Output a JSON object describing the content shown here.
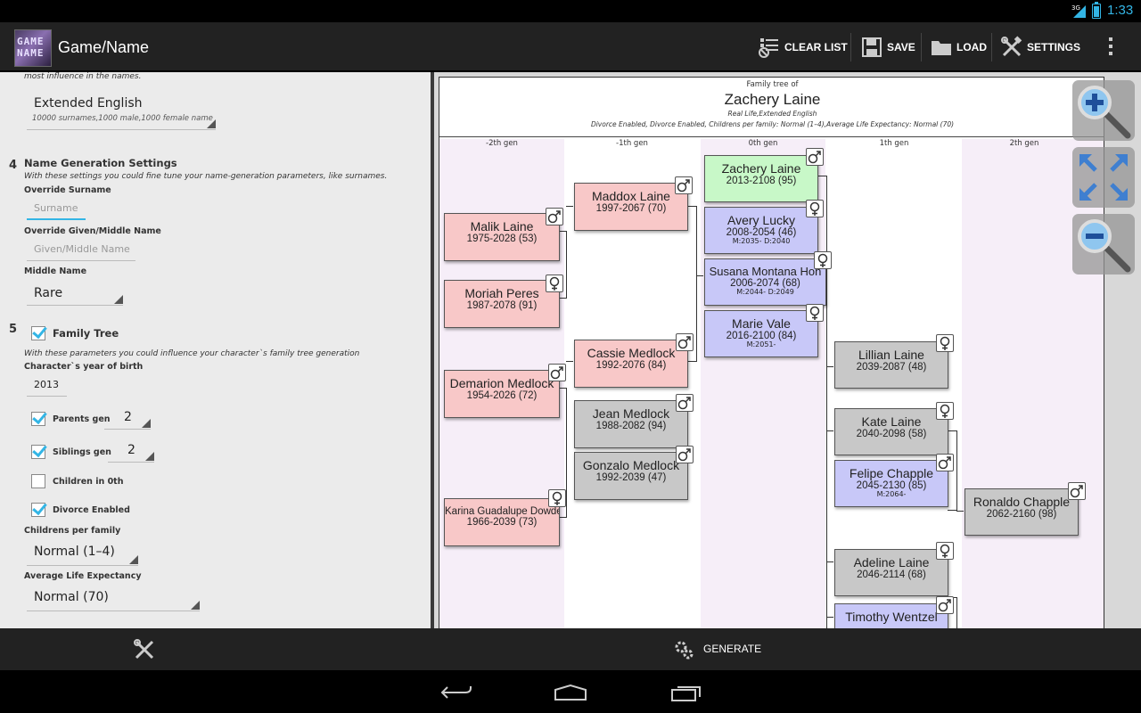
{
  "status_bar": {
    "network": "3G",
    "time": "1:33"
  },
  "action_bar": {
    "title": "Game/Name",
    "logo_text_1": "GAME",
    "logo_text_2": "NAME",
    "actions": [
      {
        "label": "CLEAR LIST",
        "icon": "clear-list-icon"
      },
      {
        "label": "SAVE",
        "icon": "save-icon"
      },
      {
        "label": "LOAD",
        "icon": "folder-icon"
      },
      {
        "label": "SETTINGS",
        "icon": "settings-icon"
      }
    ]
  },
  "settings": {
    "top_hint": "most influence in the names.",
    "language": {
      "value": "Extended English",
      "hint": "10000 surnames,1000 male,1000 female name"
    },
    "section4": {
      "number": "4",
      "title": "Name Generation Settings",
      "hint": "With these settings you could fine tune your name-generation parameters, like surnames."
    },
    "override_surname": {
      "label": "Override Surname",
      "placeholder": "Surname"
    },
    "override_given": {
      "label": "Override Given/Middle Name",
      "placeholder": "Given/Middle Name"
    },
    "middle_name": {
      "label": "Middle Name",
      "value": "Rare"
    },
    "section5": {
      "number": "5",
      "title": "Family Tree",
      "hint": "With these parameters you could influence your character`s family tree generation"
    },
    "birth_year": {
      "label": "Character`s year of birth",
      "value": "2013"
    },
    "parents_gen": {
      "label": "Parents gen",
      "value": "2"
    },
    "siblings_gen": {
      "label": "Siblings gen",
      "value": "2"
    },
    "children_0th": {
      "label": "Children in 0th"
    },
    "divorce": {
      "label": "Divorce Enabled"
    },
    "childrens_per_family": {
      "label": "Childrens per family",
      "value": "Normal (1–4)"
    },
    "life_expectancy": {
      "label": "Average Life Expectancy",
      "value": "Normal (70)"
    }
  },
  "tree": {
    "header_small": "Family tree of",
    "name": "Zachery Laine",
    "sub1": "Real Life,Extended English",
    "sub2": "Divorce Enabled, Divorce Enabled, Childrens per family: Normal (1–4),Average Life Expectancy: Normal (70)",
    "gens": [
      "-2th gen",
      "-1th gen",
      "0th gen",
      "1th gen",
      "2th gen"
    ],
    "nodes": [
      {
        "name": "Malik Laine",
        "dates": "1975-2028 (53)"
      },
      {
        "name": "Moriah Peres",
        "dates": "1987-2078 (91)"
      },
      {
        "name": "Demarion Medlock",
        "dates": "1954-2026 (72)"
      },
      {
        "name": "Karina Guadalupe Dowden",
        "dates": "1966-2039 (73)"
      },
      {
        "name": "Maddox Laine",
        "dates": "1997-2067 (70)"
      },
      {
        "name": "Cassie Medlock",
        "dates": "1992-2076 (84)"
      },
      {
        "name": "Jean Medlock",
        "dates": "1988-2082 (94)"
      },
      {
        "name": "Gonzalo Medlock",
        "dates": "1992-2039 (47)"
      },
      {
        "name": "Zachery Laine",
        "dates": "2013-2108 (95)"
      },
      {
        "name": "Avery Lucky",
        "dates": "2008-2054 (46)",
        "note": "M:2035- D:2040"
      },
      {
        "name": "Susana Montana Hon",
        "dates": "2006-2074 (68)",
        "note": "M:2044- D:2049"
      },
      {
        "name": "Marie Vale",
        "dates": "2016-2100 (84)",
        "note": "M:2051-"
      },
      {
        "name": "Lillian Laine",
        "dates": "2039-2087 (48)"
      },
      {
        "name": "Kate Laine",
        "dates": "2040-2098 (58)"
      },
      {
        "name": "Felipe Chapple",
        "dates": "2045-2130 (85)",
        "note": "M:2064-"
      },
      {
        "name": "Adeline Laine",
        "dates": "2046-2114 (68)"
      },
      {
        "name": "Timothy Wentzel",
        "dates": ""
      },
      {
        "name": "Ronaldo Chapple",
        "dates": "2062-2160 (98)"
      }
    ]
  },
  "bottom": {
    "generate_label": "GENERATE"
  },
  "colors": {
    "accent": "#33b5e5",
    "male_pink": "#f8c8c8",
    "spouse_blue": "#c8c8f8",
    "self_green": "#c8f8c8",
    "child_gray": "#c8c8c8"
  }
}
